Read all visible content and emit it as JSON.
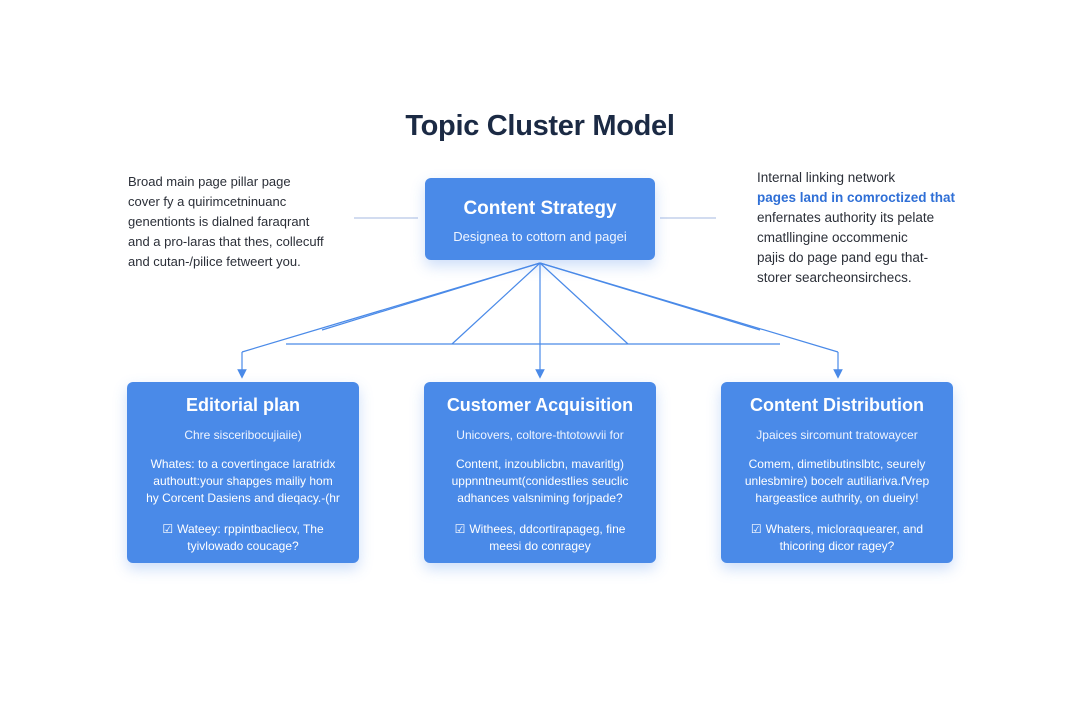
{
  "title": "Topic Cluster Model",
  "hub": {
    "title": "Content Strategy",
    "subtitle": "Designea to cottorn and pagei"
  },
  "left_note": [
    "Broad main page pillar page",
    "cover fy a quirimcetninuanc",
    "genentionts is dialned faraqrant",
    "and a pro-laras that thes, collecuff",
    "and cutan-/pilice fetweert you."
  ],
  "right_note": [
    "Internal linking network",
    "pages land in comroctized that",
    "enfernates authority its pelate",
    "cmatllingine occommenic",
    "pajis do page pand egu that-",
    "storer searcheonsirchecs."
  ],
  "right_note_highlight_index": 1,
  "clusters": [
    {
      "title": "Editorial plan",
      "subtitle": "Chre sisceribocujiaiie)",
      "body": [
        "Whates: to a covertingace laratridx",
        "authoutt:your shapges mailiy hom",
        "hy Corcent Dasiens and dieqacy.-(hr"
      ],
      "check": [
        "Wateey: rppintbacliecv, The",
        "tyivlowado coucage?"
      ]
    },
    {
      "title": "Customer Acquisition",
      "subtitle": "Unicovers, coltore-thtotowvii for",
      "body": [
        "Content, inzoublicbn, mavaritlg)",
        "uppnntneumt(conidestlies seuclic",
        "adhances valsniming forjpade?"
      ],
      "check": [
        "Withees, ddcortirapageg, fine",
        "meesi do conragey"
      ]
    },
    {
      "title": "Content Distribution",
      "subtitle": "Jpaices sircomunt tratowaycer",
      "body": [
        "Comem, dimetibutinslbtc, seurely",
        "unlesbmire) bocelr autiliariva.fVrep",
        "hargeastice authrity, on dueiry!"
      ],
      "check": [
        "Whaters, micloraquearer, and",
        "thicoring dicor ragey?"
      ]
    }
  ],
  "colors": {
    "box_fill": "#4a8ae8",
    "title_text": "#1b2a44",
    "connector": "#4a8ae8",
    "highlight_text": "#2f6fd6"
  },
  "icons": {
    "check": "checkbox-icon"
  }
}
